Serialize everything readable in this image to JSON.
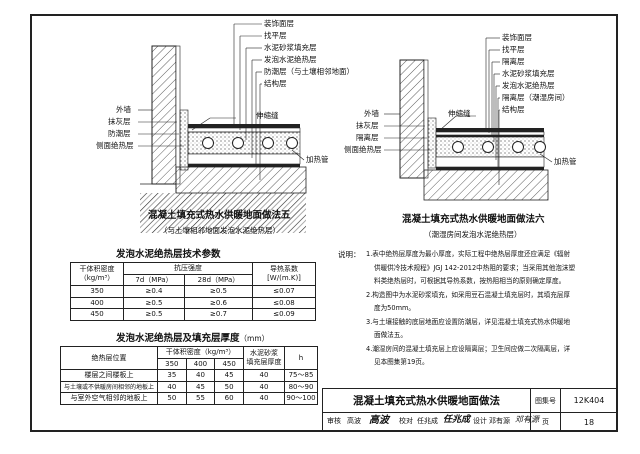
{
  "diagram5": {
    "layers": [
      "装饰面层",
      "找平层",
      "水泥砂浆填充层",
      "发泡水泥绝热层",
      "防潮层（与土壤相邻地面）",
      "结构层"
    ],
    "side_labels": [
      "外墙",
      "抹灰层",
      "防潮层",
      "侧面绝热层"
    ],
    "expansion_joint": "伸缩缝",
    "heating_pipe": "加热管",
    "title": "混凝土填充式热水供暖地面做法五",
    "subtitle": "（与土壤相邻地面发泡水泥绝热层）"
  },
  "diagram6": {
    "layers": [
      "装饰面层",
      "找平层",
      "隔离层",
      "水泥砂浆填充层",
      "发泡水泥绝热层",
      "隔离层（潮湿房间）",
      "结构层"
    ],
    "side_labels": [
      "外墙",
      "抹灰层",
      "隔离层",
      "侧面绝热层"
    ],
    "expansion_joint": "伸缩缝",
    "heating_pipe": "加热管",
    "title": "混凝土填充式热水供暖地面做法六",
    "subtitle": "（潮湿房间发泡水泥绝热层）"
  },
  "table1": {
    "title": "发泡水泥绝热层技术参数",
    "col_density": "干体积密度",
    "col_density_unit": "（kg/m³）",
    "col_strength": "抗压强度",
    "col_7d": "7d（MPa）",
    "col_28d": "28d（MPa）",
    "col_k": "导热系数",
    "col_k_unit": "[W/(m.K)]",
    "rows": [
      {
        "density": "350",
        "d7": "≥0.4",
        "d28": "≥0.5",
        "k": "≤0.07"
      },
      {
        "density": "400",
        "d7": "≥0.5",
        "d28": "≥0.6",
        "k": "≤0.08"
      },
      {
        "density": "450",
        "d7": "≥0.5",
        "d28": "≥0.7",
        "k": "≤0.09"
      }
    ]
  },
  "table2": {
    "title": "发泡水泥绝热层及填充层厚度",
    "title_unit": "（mm）",
    "col_pos": "绝热层位置",
    "col_density": "干体积密度（kg/m³）",
    "col_fill": "水泥砂浆",
    "col_fill2": "填充层厚度",
    "col_h": "h",
    "densities": [
      "350",
      "400",
      "450"
    ],
    "rows": [
      {
        "pos": "楼层之间楼板上",
        "a": "35",
        "b": "40",
        "c": "45",
        "fill": "40",
        "h": "75～85"
      },
      {
        "pos": "与土壤或不供暖房间相邻的地板上",
        "a": "40",
        "b": "45",
        "c": "50",
        "fill": "40",
        "h": "80～90"
      },
      {
        "pos": "与室外空气相邻的地板上",
        "a": "50",
        "b": "55",
        "c": "60",
        "fill": "40",
        "h": "90～100"
      }
    ]
  },
  "notes": {
    "prefix": "说明：",
    "lines": [
      "1.表中绝热层厚度为最小厚度，实际工程中绝热层厚度还应满足《辐射",
      "供暖供冷技术规程》JGJ 142-2012中热阻的要求；当采用其他泡沫塑",
      "料类绝热层时，可根据其导热系数，按热阻相当的原则确定厚度。",
      "2.构造图中为水泥砂浆填充，如采用豆石混凝土填充层时，其填充层厚",
      "度为50mm。",
      "3.与土壤接触的底层地面应设置防潮层，详见混凝土填充式热水供暖地",
      "面做法五。",
      "4.潮湿房间的混凝土填充层上应设隔离层；卫生间应做二次隔离层，详",
      "见本图集第19页。"
    ]
  },
  "title_block": {
    "main_title": "混凝土填充式热水供暖地面做法",
    "atlas_label": "图集号",
    "atlas_no": "12K404",
    "page_label": "页",
    "page_no": "18",
    "review": "审核",
    "reviewer": "高波",
    "reviewer_sign": "高波",
    "check": "校对",
    "checker": "任兆成",
    "checker_sign": "任兆成",
    "design": "设计",
    "designer": "邓有源",
    "designer_sign": "邓有源"
  }
}
